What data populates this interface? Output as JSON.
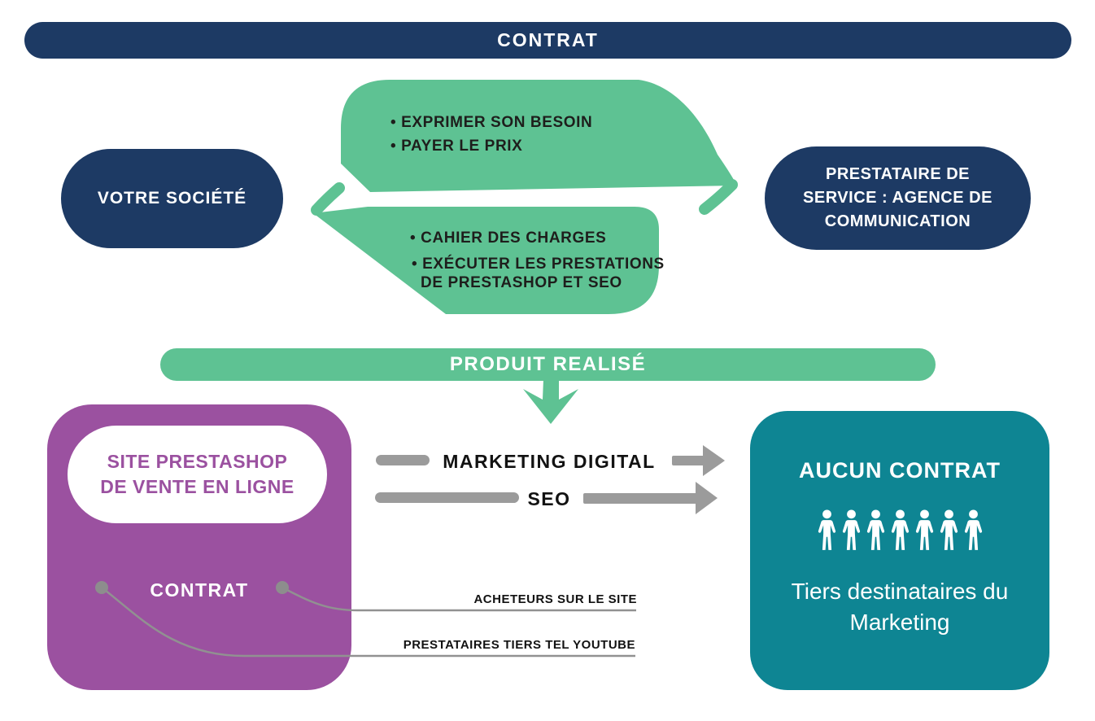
{
  "colors": {
    "navy": "#1d3a64",
    "green": "#5ec293",
    "purple": "#9b51a0",
    "teal": "#0e8593",
    "gray_arrow": "#9b9b9b",
    "connector_gray": "#919191",
    "text_dark": "#1e1e1c"
  },
  "header": {
    "title": "CONTRAT"
  },
  "actors": {
    "client": "VOTRE SOCIÉTÉ",
    "provider": "PRESTATAIRE DE SERVICE :  AGENCE DE COMMUNICATION"
  },
  "client_obligations": {
    "item1": "• EXPRIMER SON BESOIN",
    "item2": "• PAYER LE PRIX"
  },
  "provider_obligations": {
    "item1": "• CAHIER DES CHARGES",
    "item2": "• EXÉCUTER LES PRESTATIONS",
    "item2_cont": "DE PRESTASHOP ET SEO"
  },
  "product_banner": {
    "label": "PRODUIT REALISÉ"
  },
  "site_box": {
    "title": "SITE PRESTASHOP DE VENTE EN LIGNE",
    "contract_label": "CONTRAT"
  },
  "flows": {
    "flow1": "MARKETING DIGITAL",
    "flow2": "SEO"
  },
  "contract_links": {
    "link1": "ACHETEURS SUR LE SITE",
    "link2": "PRESTATAIRES TIERS TEL YOUTUBE"
  },
  "recipients_box": {
    "title": "AUCUN CONTRAT",
    "caption": "Tiers destinataires du Marketing",
    "person_count": 7
  }
}
